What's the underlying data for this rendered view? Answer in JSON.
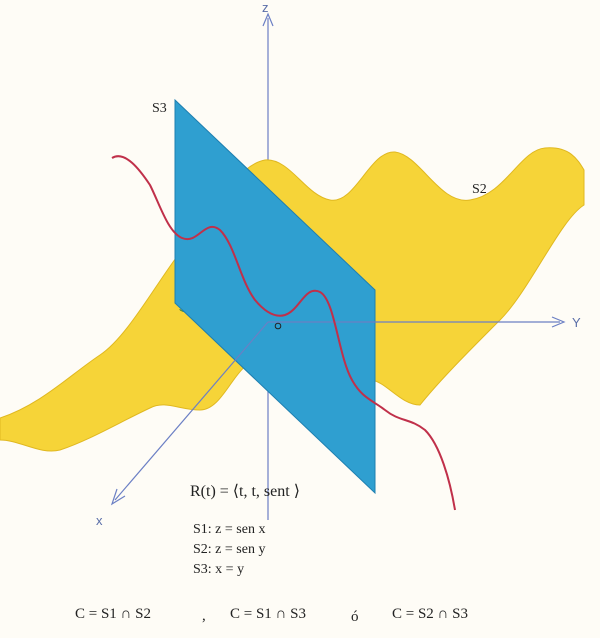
{
  "axes": {
    "z_label": "z",
    "y_label": "Y",
    "x_label": "x",
    "origin_label": "o"
  },
  "surfaces": {
    "s3_label": "S3",
    "s2_label": "S2",
    "s2_color": "#f6d438",
    "s3_color": "#2f9fd0"
  },
  "curve": {
    "equation": "R(t) = ⟨t, t, sent ⟩",
    "color": "#c0304a"
  },
  "definitions": {
    "s1": "S1: z = sen x",
    "s2": "S2: z = sen y",
    "s3": "S3: x = y"
  },
  "intersections": {
    "c1": "C = S1 ∩ S2",
    "sep": ",",
    "c2": "C = S1 ∩ S3",
    "or": "ó",
    "c3": "C = S2 ∩ S3"
  }
}
